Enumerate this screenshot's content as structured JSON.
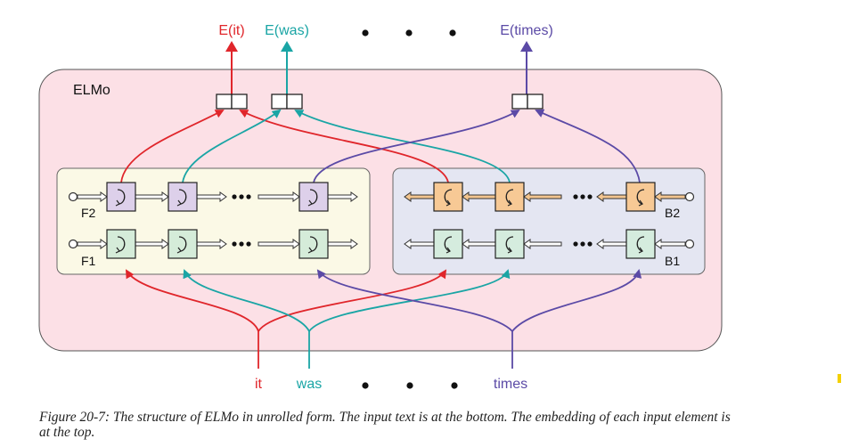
{
  "outputs": {
    "it": "E(it)",
    "was": "E(was)",
    "times": "E(times)"
  },
  "inputs": {
    "it": "it",
    "was": "was",
    "times": "times"
  },
  "model_label": "ELMo",
  "layers": {
    "forward_top": "F2",
    "forward_bottom": "F1",
    "backward_top": "B2",
    "backward_bottom": "B1"
  },
  "caption": "Figure 20-7: The structure of ELMo in unrolled form. The input text is at the bottom. The embedding of each input element is at the top.",
  "colors": {
    "it": "#e0262b",
    "was": "#1aa5a5",
    "times": "#5b4aa6",
    "outer_fill": "#fce0e6",
    "forward_fill": "#fbf9e6",
    "backward_fill": "#e4e6f2",
    "f2_cell": "#ddd0ea",
    "f1_cell": "#d5ecd9",
    "b2_cell": "#f7c995",
    "b1_cell": "#d5ecde"
  }
}
